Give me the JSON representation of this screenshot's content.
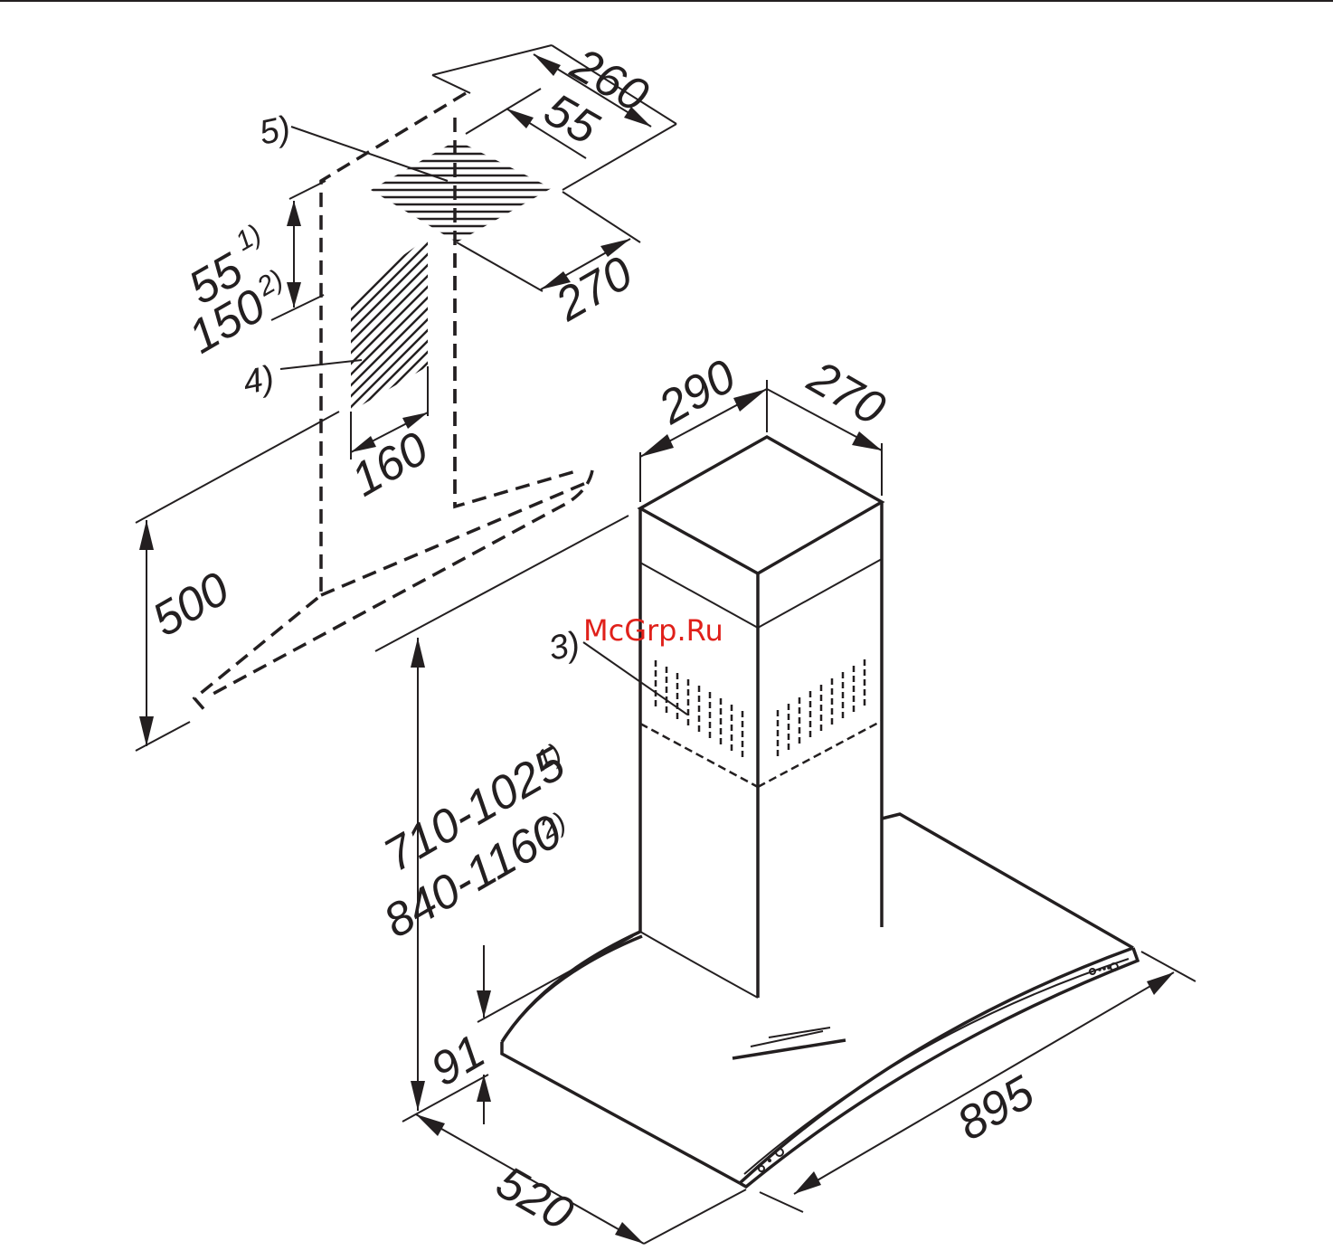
{
  "dimensions": {
    "d260": "260",
    "d55_top": "55",
    "d270_top": "270",
    "d55_side": "55",
    "d150": "150",
    "sup1": "1)",
    "sup2": "2)",
    "d160": "160",
    "d500": "500",
    "d290": "290",
    "d270_chimney": "270",
    "d710_1025": "710-1025",
    "d840_1160": "840-1160",
    "d91": "91",
    "d520": "520",
    "d895": "895"
  },
  "callouts": {
    "ref3": "3)",
    "ref4": "4)",
    "ref5": "5)"
  },
  "watermark": "McGrp.Ru",
  "colors": {
    "ink": "#231f20",
    "watermark": "#e0201a"
  }
}
